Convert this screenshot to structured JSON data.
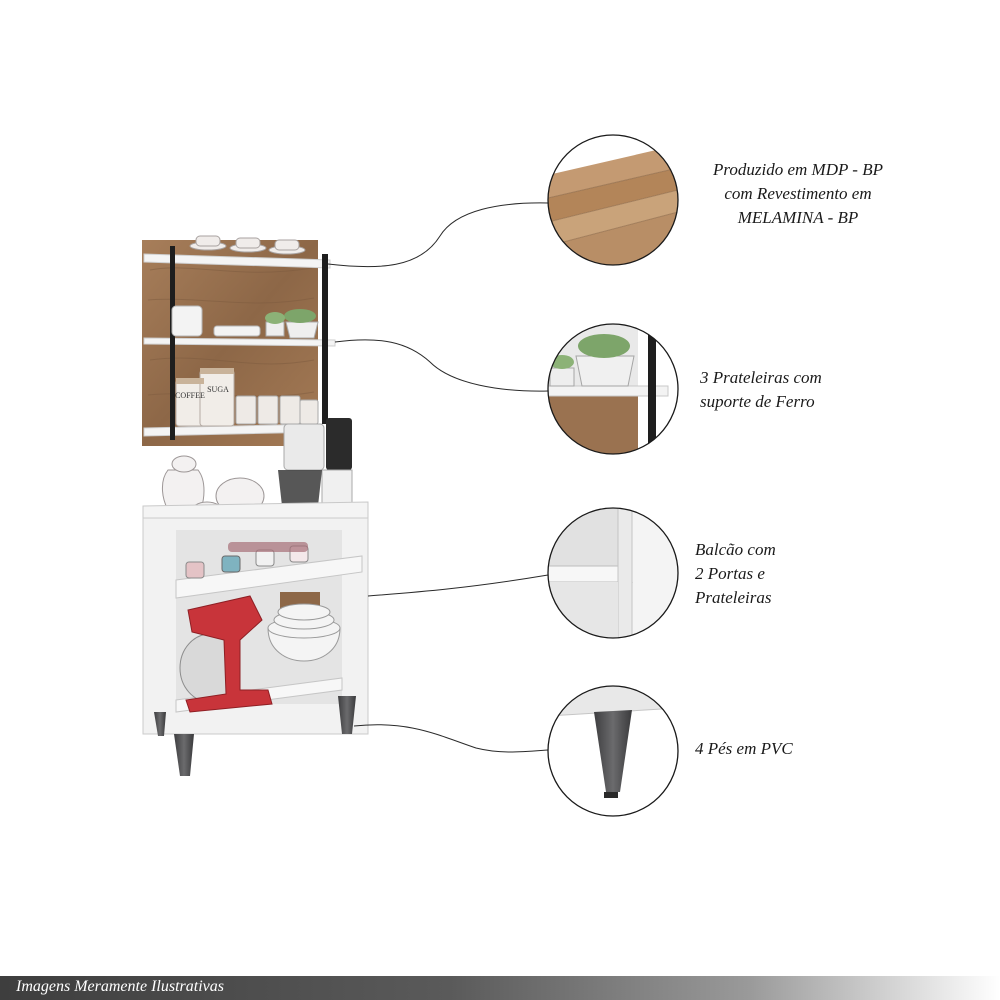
{
  "features": [
    {
      "lines": [
        "Produzido em MDP - BP",
        "com Revestimento em",
        "MELAMINA - BP"
      ]
    },
    {
      "lines": [
        "3 Prateleiras com",
        "suporte  de Ferro"
      ]
    },
    {
      "lines": [
        "Balcão com",
        "2 Portas e",
        "Prateleiras"
      ]
    },
    {
      "lines": [
        "4 Pés em PVC"
      ]
    }
  ],
  "product_labels": {
    "canister_1": "COFFEE",
    "canister_2": "SUGA"
  },
  "footer": {
    "disclaimer": "Imagens Meramente Ilustrativas"
  },
  "colors": {
    "wood": "#9a7250",
    "white_panel": "#f2f2f2",
    "iron": "#222222",
    "leg": "#5a5a5c",
    "mixer_red": "#c8343a",
    "plant_green": "#7da56a"
  }
}
